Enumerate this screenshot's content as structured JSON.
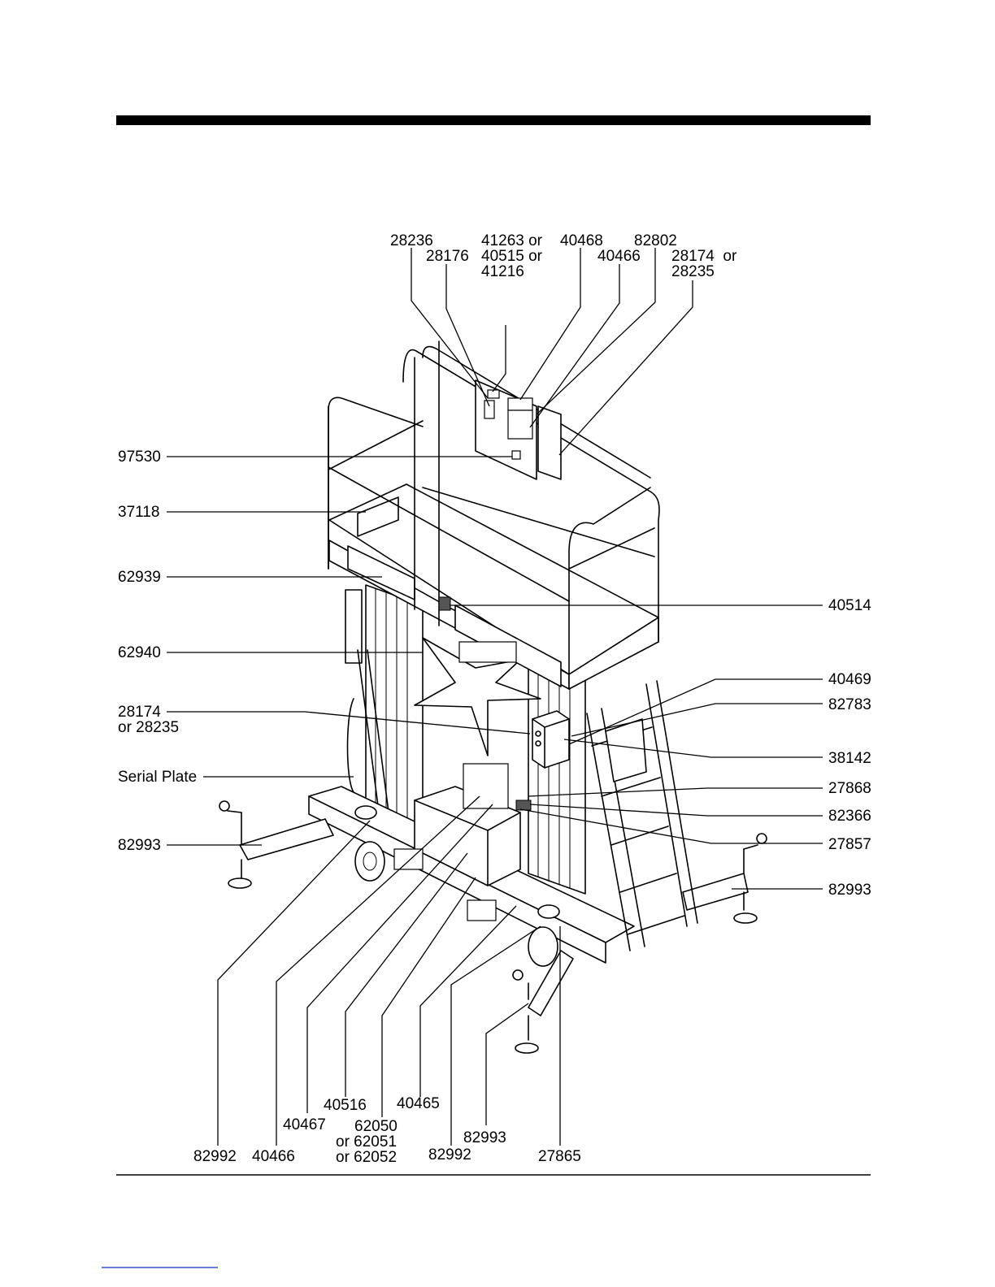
{
  "callouts": [
    {
      "id": "c-28236",
      "text": "28236"
    },
    {
      "id": "c-28176",
      "text": "28176"
    },
    {
      "id": "c-41263-l1",
      "text": "41263 or"
    },
    {
      "id": "c-41263-l2",
      "text": "40515 or"
    },
    {
      "id": "c-41263-l3",
      "text": "41216"
    },
    {
      "id": "c-40468",
      "text": "40468"
    },
    {
      "id": "c-82802",
      "text": "82802"
    },
    {
      "id": "c-40466-top",
      "text": "40466"
    },
    {
      "id": "c-28174-top-l1",
      "text": "28174  or"
    },
    {
      "id": "c-28174-top-l2",
      "text": "28235"
    },
    {
      "id": "c-97530",
      "text": "97530"
    },
    {
      "id": "c-37118",
      "text": "37118"
    },
    {
      "id": "c-62939",
      "text": "62939"
    },
    {
      "id": "c-62940",
      "text": "62940"
    },
    {
      "id": "c-28174-left-l1",
      "text": "28174"
    },
    {
      "id": "c-28174-left-l2",
      "text": "or 28235"
    },
    {
      "id": "c-serial",
      "text": "Serial Plate"
    },
    {
      "id": "c-82993-left",
      "text": "82993"
    },
    {
      "id": "c-40514",
      "text": "40514"
    },
    {
      "id": "c-40469",
      "text": "40469"
    },
    {
      "id": "c-82783",
      "text": "82783"
    },
    {
      "id": "c-38142",
      "text": "38142"
    },
    {
      "id": "c-27868",
      "text": "27868"
    },
    {
      "id": "c-82366",
      "text": "82366"
    },
    {
      "id": "c-27857",
      "text": "27857"
    },
    {
      "id": "c-82993-right",
      "text": "82993"
    },
    {
      "id": "c-40516",
      "text": "40516"
    },
    {
      "id": "c-40465",
      "text": "40465"
    },
    {
      "id": "c-40467",
      "text": "40467"
    },
    {
      "id": "c-62050-l1",
      "text": "62050"
    },
    {
      "id": "c-62050-l2",
      "text": "or 62051"
    },
    {
      "id": "c-62050-l3",
      "text": "or 62052"
    },
    {
      "id": "c-82993-bottom",
      "text": "82993"
    },
    {
      "id": "c-82992-left",
      "text": "82992"
    },
    {
      "id": "c-40466-bottom",
      "text": "40466"
    },
    {
      "id": "c-82992-right",
      "text": "82992"
    },
    {
      "id": "c-27865",
      "text": "27865"
    }
  ]
}
